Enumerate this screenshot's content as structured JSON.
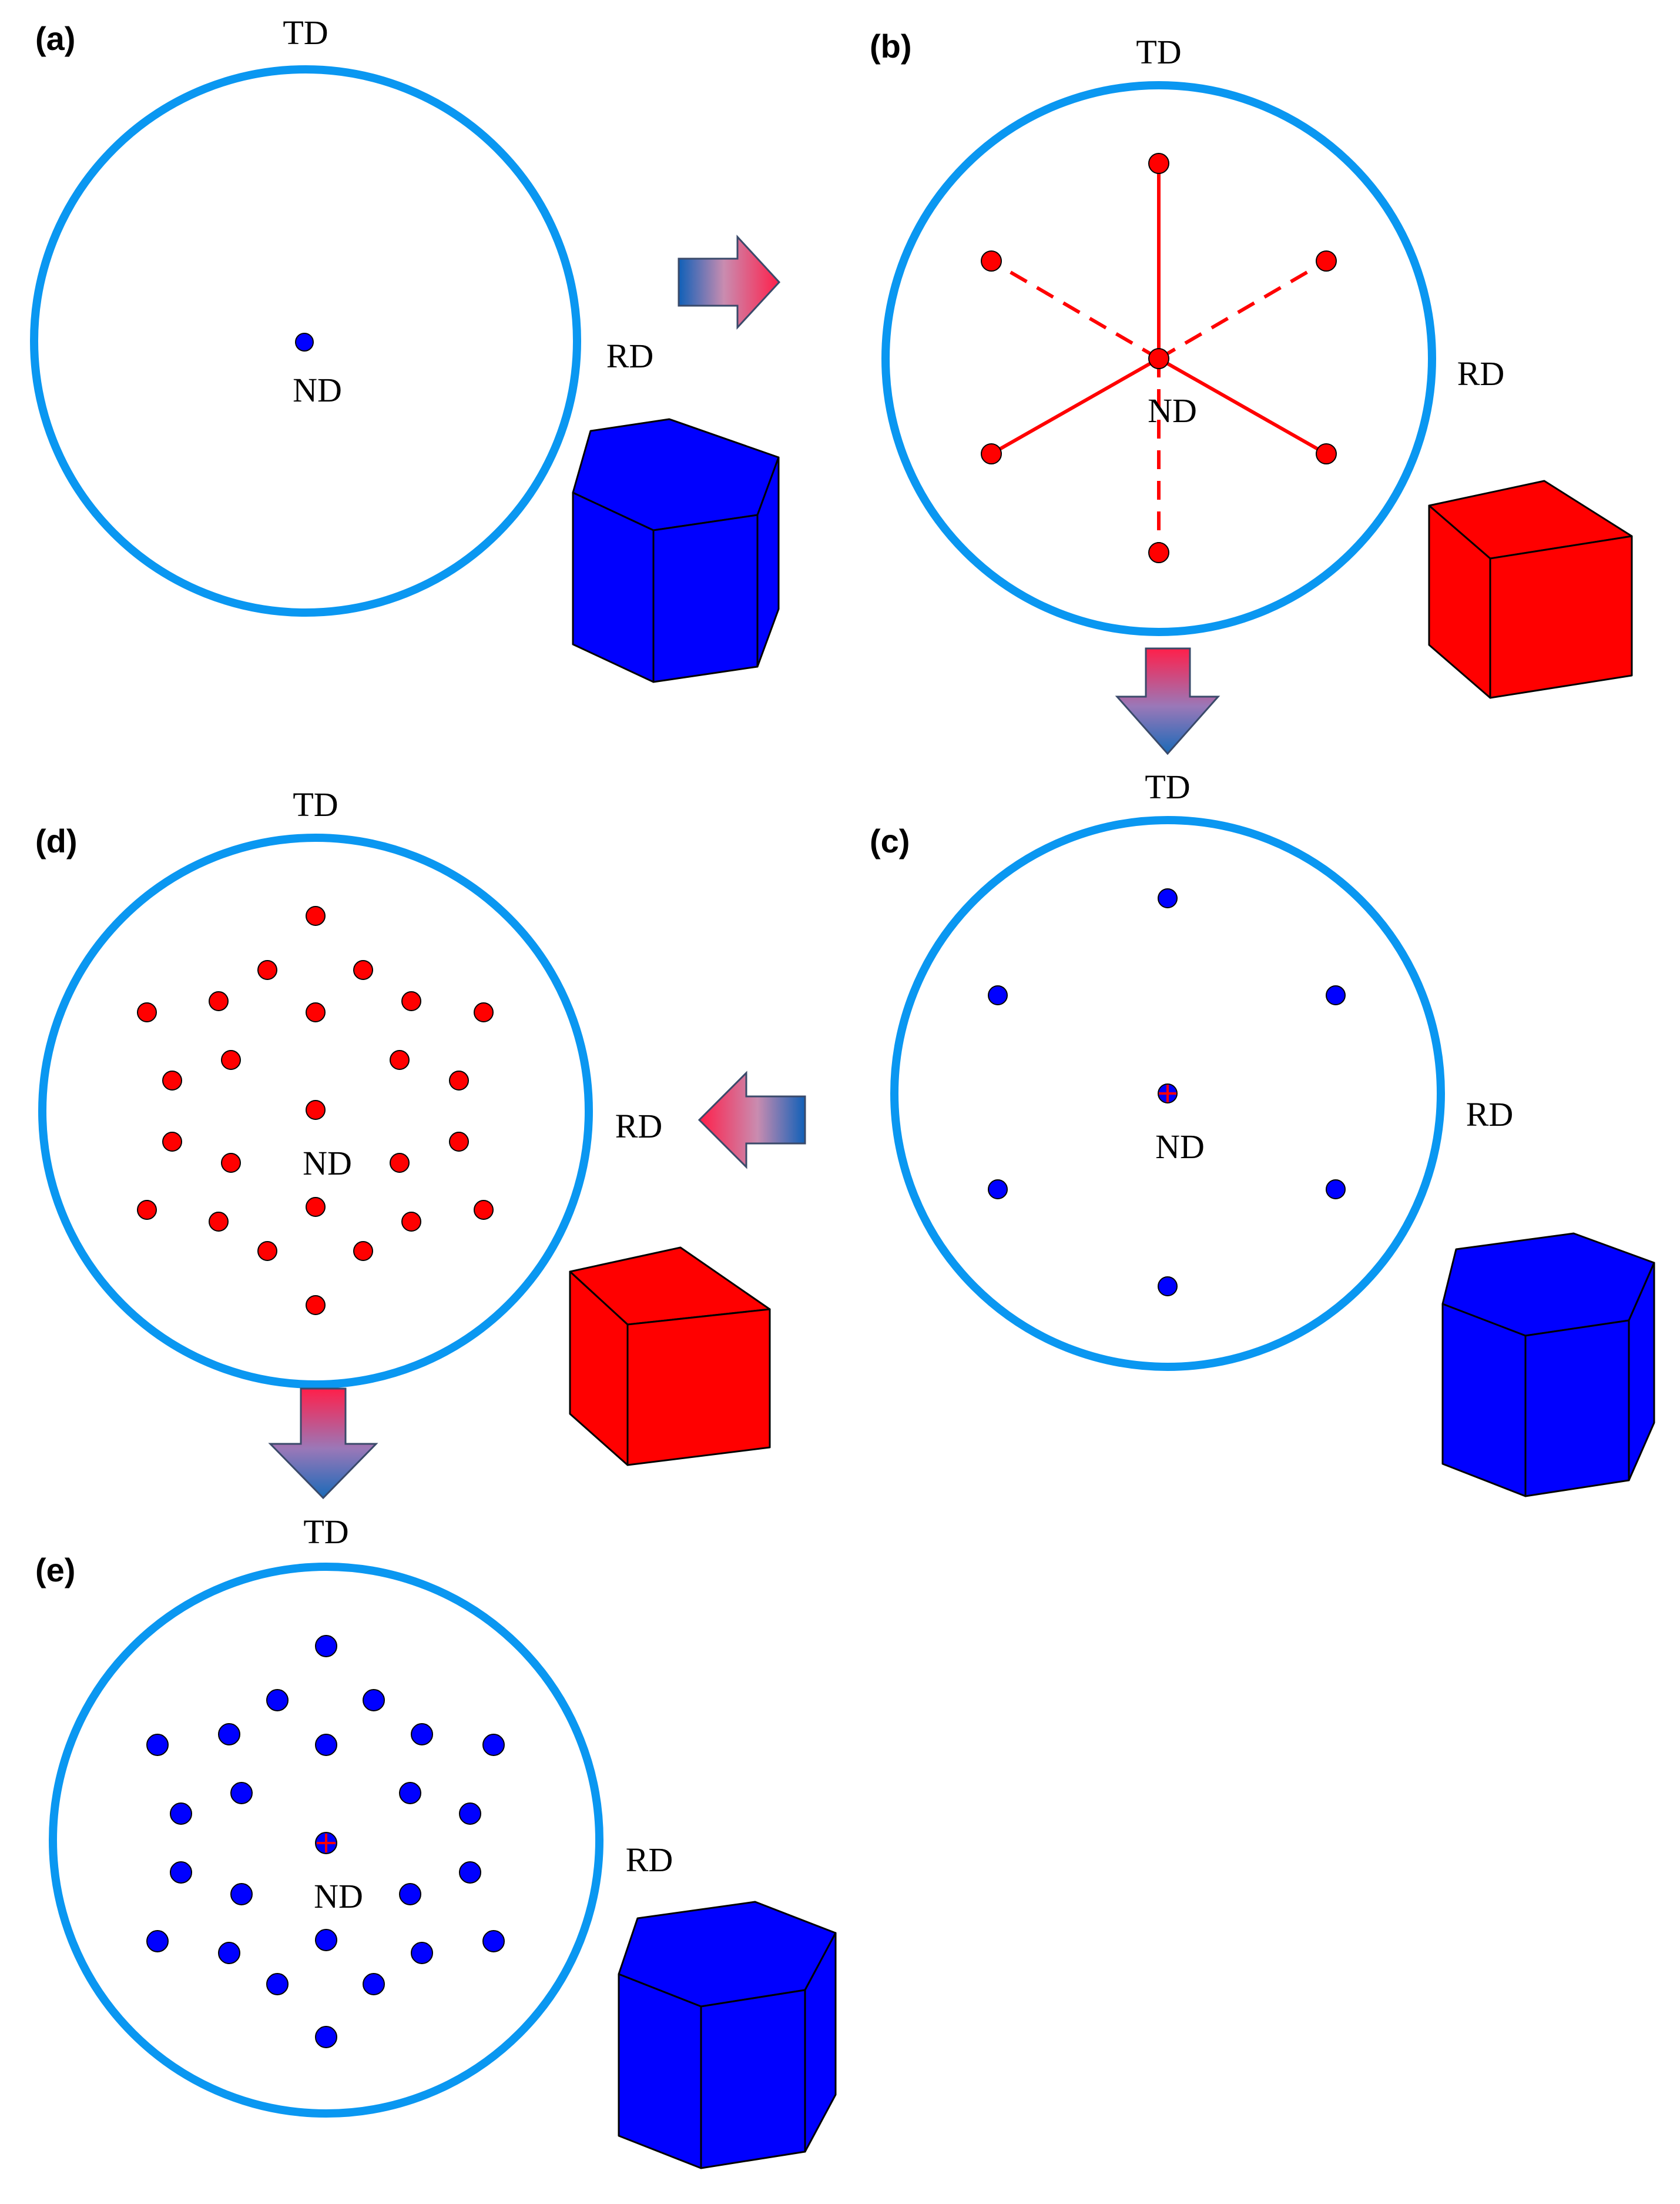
{
  "colors": {
    "circle": "#0a97f1",
    "hexagonal_phase": "#0000ff",
    "cubic_phase": "#ff0000",
    "label": "#000000"
  },
  "panels": [
    {
      "id": "a",
      "label": "(a)",
      "td": "TD",
      "rd": "RD",
      "nd": "ND",
      "phase": "hcp",
      "crystal_icon": "hexagonal-prism-icon",
      "spots": "center only"
    },
    {
      "id": "b",
      "label": "(b)",
      "td": "TD",
      "rd": "RD",
      "nd": "ND",
      "phase": "bcc",
      "crystal_icon": "cube-icon",
      "spots": "center plus 6 spots on solid and dashed lines"
    },
    {
      "id": "c",
      "label": "(c)",
      "td": "TD",
      "rd": "RD",
      "nd": "ND",
      "phase": "hcp",
      "crystal_icon": "hexagonal-prism-icon",
      "spots": "center with red cross plus 6 spots"
    },
    {
      "id": "d",
      "label": "(d)",
      "td": "TD",
      "rd": "RD",
      "nd": "ND",
      "phase": "bcc",
      "crystal_icon": "cube-icon",
      "spots": "25 spots"
    },
    {
      "id": "e",
      "label": "(e)",
      "td": "TD",
      "rd": "RD",
      "nd": "ND",
      "phase": "hcp",
      "crystal_icon": "hexagonal-prism-icon",
      "spots": "25 spots with red cross at center"
    }
  ],
  "arrows": [
    {
      "from": "a",
      "to": "b",
      "direction": "right",
      "icon": "gradient-arrow-icon"
    },
    {
      "from": "b",
      "to": "c",
      "direction": "down",
      "icon": "gradient-arrow-icon"
    },
    {
      "from": "c",
      "to": "d",
      "direction": "left",
      "icon": "gradient-arrow-icon"
    },
    {
      "from": "d",
      "to": "e",
      "direction": "down",
      "icon": "gradient-arrow-icon"
    }
  ]
}
